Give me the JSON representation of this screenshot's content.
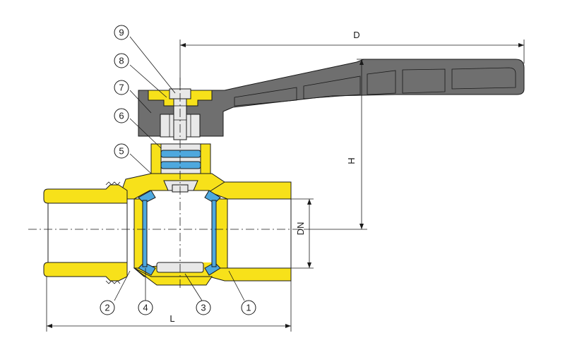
{
  "callouts": [
    "9",
    "8",
    "7",
    "6",
    "5",
    "2",
    "4",
    "3",
    "1"
  ],
  "dimensions": {
    "d": "D",
    "h": "H",
    "dn": "DN",
    "l": "L"
  },
  "colors": {
    "brass": "#f7e11a",
    "handle": "#6f6f6f",
    "seal": "#4ea8de",
    "steel": "#e8e8e8"
  }
}
